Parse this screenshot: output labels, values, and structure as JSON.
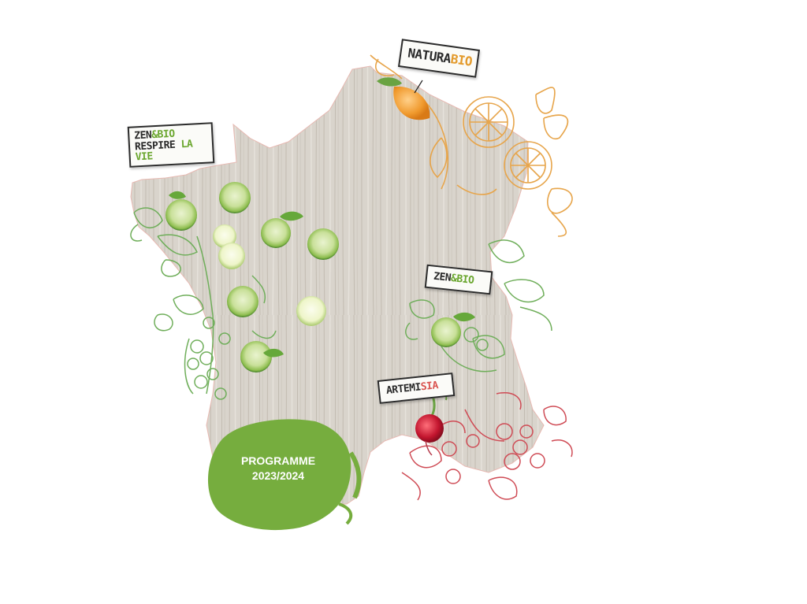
{
  "labels": {
    "zenbio_respire": {
      "line1_a": "ZEN",
      "line1_b": "&",
      "line1_c": "BIO",
      "line2_a": "RESPIRE ",
      "line2_b": "LA VIE"
    },
    "naturabio": {
      "a": "NATURA",
      "b": "BIO"
    },
    "zenbio": {
      "a": "ZEN",
      "b": "&",
      "c": "BIO"
    },
    "artemisia": {
      "a": "ARTEMI",
      "b": "SIA"
    }
  },
  "programme": {
    "title": "PROGRAMME",
    "years": "2023/2024"
  },
  "colors": {
    "wood": "#d9d4cc",
    "brand_green": "#76ad3e",
    "brand_orange": "#e39a2b",
    "brand_red": "#d9534f",
    "illustration_green": "#6fae5a",
    "illustration_orange": "#e7a54b",
    "illustration_red": "#cf4b55"
  },
  "icons": [
    "cucumber-slice-icon",
    "orange-slice-icon",
    "radish-icon",
    "leaf-illustration-icon",
    "berry-illustration-icon"
  ]
}
